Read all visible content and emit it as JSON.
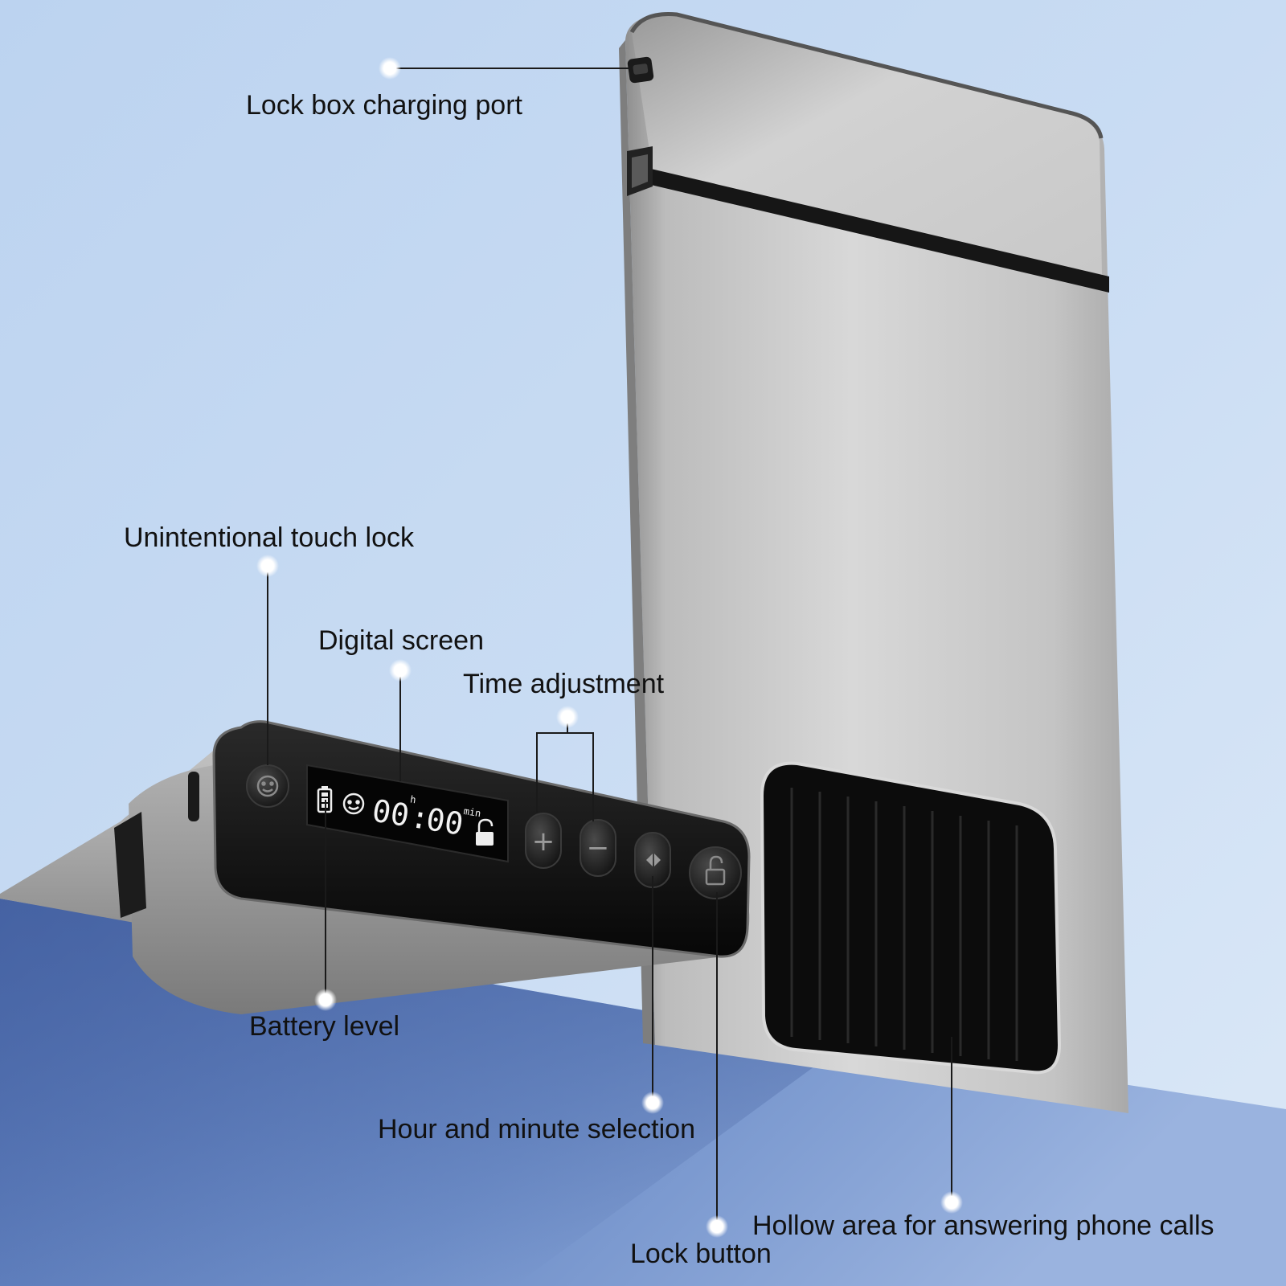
{
  "callouts": {
    "charging_port": "Lock box charging port",
    "touch_lock": "Unintentional touch lock",
    "digital_screen": "Digital screen",
    "time_adjustment": "Time adjustment",
    "battery_level": "Battery level",
    "hour_minute_selection": "Hour and minute selection",
    "hollow_area": "Hollow area for answering phone calls",
    "lock_button": "Lock button"
  },
  "display": {
    "hours": "00",
    "hours_unit": "h",
    "separator": ":",
    "minutes": "00",
    "minutes_unit": "min"
  },
  "buttons": {
    "plus": "+",
    "minus": "−"
  },
  "colors": {
    "background_top": "#c6daf3",
    "background_bottom": "#9db8e2",
    "floor_dark": "#4f6fad",
    "floor_light": "#7f9fd2",
    "device_silver": "#b9b9b9",
    "device_black": "#111111",
    "callout_dot": "#ffffff"
  }
}
